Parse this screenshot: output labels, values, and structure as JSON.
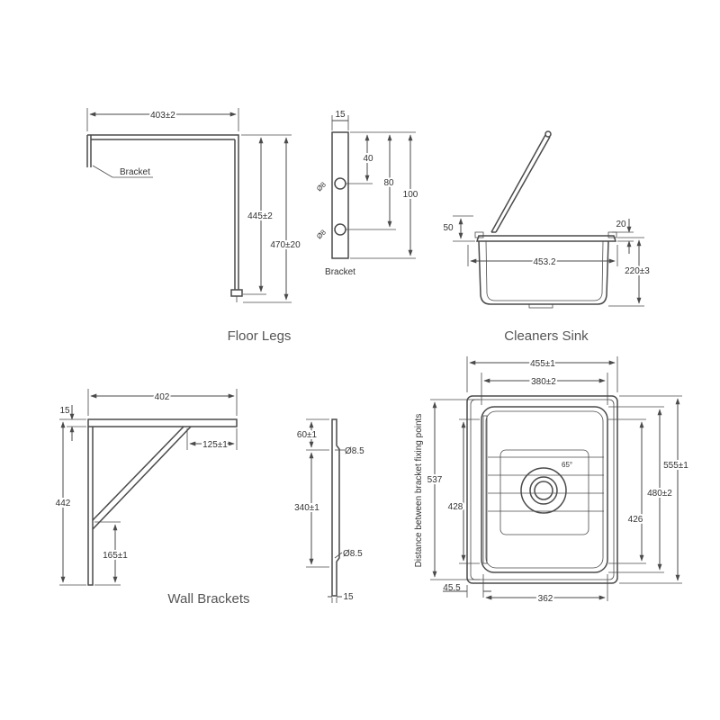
{
  "floor_legs": {
    "title": "Floor Legs",
    "width": "403±2",
    "height_inner": "445±2",
    "height_outer": "470±20",
    "bracket_label": "Bracket"
  },
  "bracket_detail": {
    "thickness": "15",
    "dim_40": "40",
    "dim_80": "80",
    "dim_100": "100",
    "hole_top": "Ø8",
    "hole_bottom": "Ø8",
    "label": "Bracket"
  },
  "cleaners_sink": {
    "title": "Cleaners Sink",
    "dim_50": "50",
    "dim_20": "20",
    "width": "453.2",
    "depth": "220±3"
  },
  "wall_brackets": {
    "title": "Wall Brackets",
    "width": "402",
    "top_thickness": "15",
    "height": "442",
    "brace_offset": "125±1",
    "lower_leg": "165±1"
  },
  "wall_bracket_side": {
    "top_offset": "60±1",
    "hole_spacing": "340±1",
    "hole_top": "Ø8.5",
    "hole_bottom": "Ø8.5",
    "thickness": "15"
  },
  "sink_plan": {
    "outer_width": "455±1",
    "inner_width": "380±2",
    "left_height": "537",
    "inner_left_height": "428",
    "inner_right_height": "426",
    "inner_depth": "480±2",
    "outer_depth": "555±1",
    "bracket_span_label": "Distance between bracket fixing points",
    "left_offset": "45.5",
    "bottom_width": "362",
    "drain_angle": "65°"
  }
}
